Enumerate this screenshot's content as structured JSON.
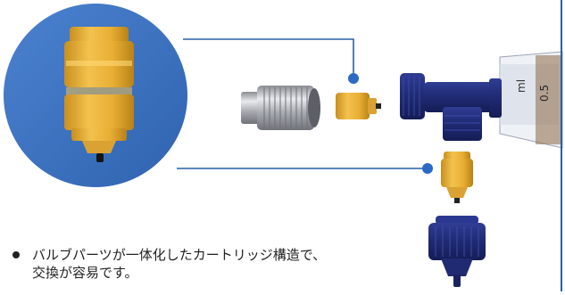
{
  "caption": {
    "line1": "バルブパーツが一体化したカートリッジ構造で、",
    "line2": "交換が容易です。"
  },
  "syringe_scale": {
    "unit": "ml",
    "value": "0.5"
  },
  "colors": {
    "background": "#ffffff",
    "circle_background": "#3e74c2",
    "connector_line": "#2b5fa8",
    "valve_yellow": "#e6b03a",
    "navy_parts": "#1f2a72",
    "metal": "#b9bcc2",
    "text": "#222222"
  }
}
